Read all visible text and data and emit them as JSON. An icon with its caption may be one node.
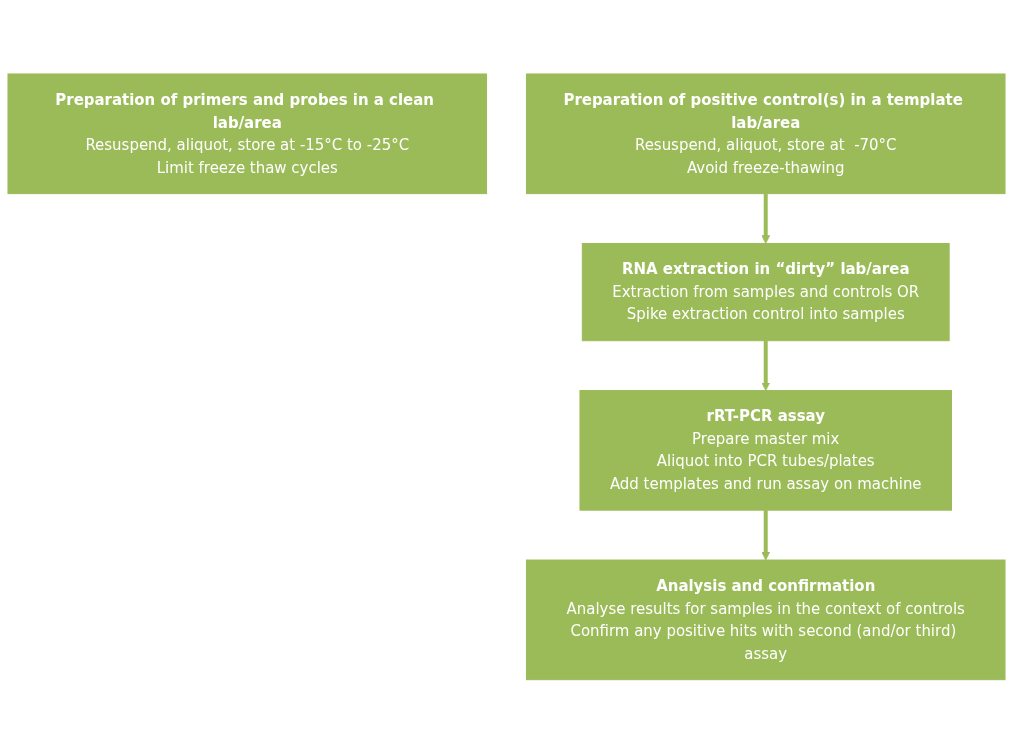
{
  "diagram": {
    "nodes": [
      {
        "text": [
          "Preparation of primers and probes in a clean lab/area",
          "Resuspend, aliquot, store at -15°C to -25°C",
          "Limit freeze thaw cycles"
        ]
      },
      {
        "text": [
          "Preparation of positive control(s) in a template lab/area",
          "Resuspend, aliquot, store at  -70°C",
          "Avoid freeze-thawing"
        ]
      },
      {
        "text": [
          "RNA extraction in “dirty” lab/area",
          "Extraction from samples and controls OR",
          "Spike extraction control into samples"
        ]
      },
      {
        "text": [
          "rRT-PCR assay",
          "Prepare master mix",
          "Aliquot into PCR tubes/plates",
          "Add templates and run assay on machine"
        ]
      },
      {
        "text": [
          "Analysis and confirmation",
          "Analyse results for samples in the context of controls",
          "Confirm any positive hits with second (and/or third) assay"
        ]
      }
    ],
    "edges": [
      {
        "from": 1,
        "to": 2,
        "arrow": "to"
      },
      {
        "from": 2,
        "to": 3,
        "arrow": "to"
      },
      {
        "from": 3,
        "to": 4,
        "arrow": "to"
      }
    ]
  }
}
